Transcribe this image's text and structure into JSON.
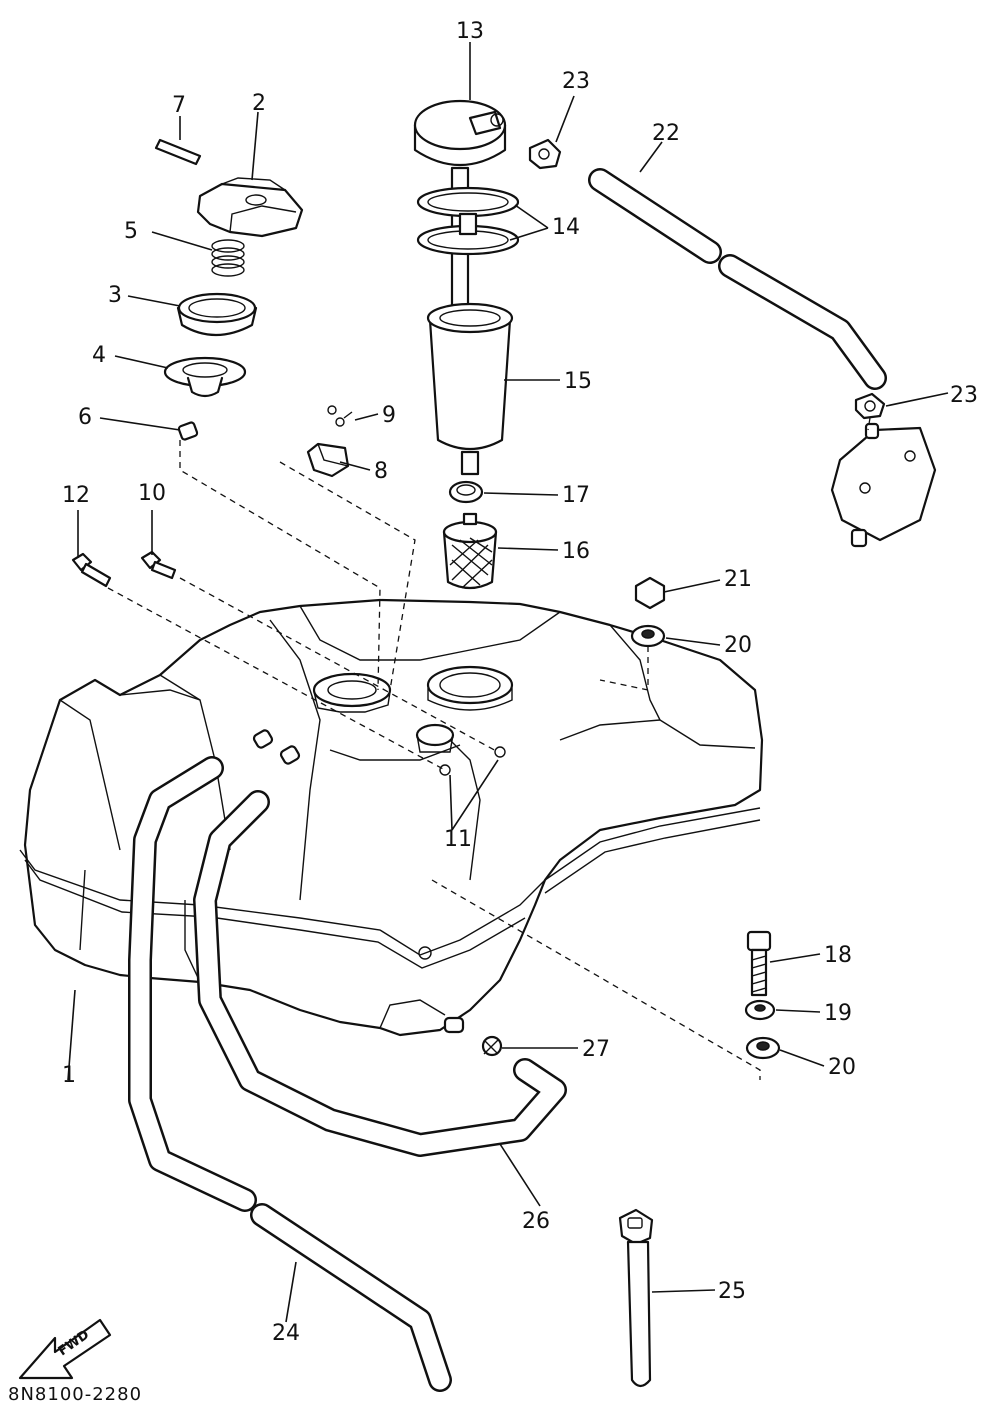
{
  "diagram": {
    "drawing_code": "8N8100-2280",
    "fwd_label": "FWD",
    "callouts": {
      "c2": "2",
      "c3": "3",
      "c4": "4",
      "c5": "5",
      "c6": "6",
      "c7": "7",
      "c8": "8",
      "c9": "9",
      "c10": "10",
      "c11": "11",
      "c12": "12",
      "c13": "13",
      "c14": "14",
      "c15": "15",
      "c16": "16",
      "c17": "17",
      "c18": "18",
      "c19": "19",
      "c20a": "20",
      "c20b": "20",
      "c21": "21",
      "c22": "22",
      "c23a": "23",
      "c23b": "23",
      "c24": "24",
      "c25": "25",
      "c26": "26",
      "c27": "27",
      "c1": "1"
    }
  }
}
